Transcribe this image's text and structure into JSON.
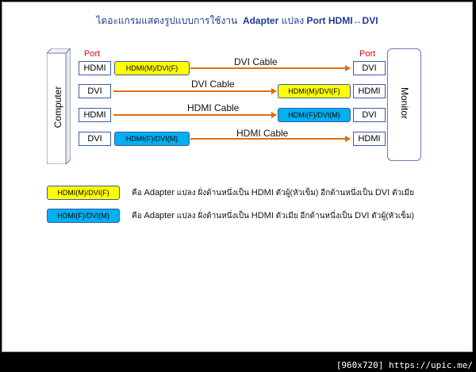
{
  "title": {
    "thai": "ไดอะแกรมแสดงรูปแบบการใช้งาน",
    "main_prefix": "Adapter",
    "middle": "แปลง",
    "port_hdmi": "Port HDMI",
    "arrow": "↔",
    "dvi": "DVI"
  },
  "left_device": {
    "label": "Computer",
    "port_title": "Port"
  },
  "right_device": {
    "label": "Monitor",
    "port_title": "Port"
  },
  "rows": [
    {
      "left_port": "HDMI",
      "adapter_left": "HDMI(M)/DVI(F)",
      "cable": "DVI Cable",
      "adapter_right": "",
      "right_port": "DVI"
    },
    {
      "left_port": "DVI",
      "adapter_left": "",
      "cable": "DVI Cable",
      "adapter_right": "HDMI(M)/DVI(F)",
      "right_port": "HDMI"
    },
    {
      "left_port": "HDMI",
      "adapter_left": "",
      "cable": "HDMI Cable",
      "adapter_right": "HDMI(F)/DVI(M)",
      "right_port": "DVI"
    },
    {
      "left_port": "DVI",
      "adapter_left": "HDMI(F)/DVI(M)",
      "cable": "HDMI Cable",
      "adapter_right": "",
      "right_port": "HDMI"
    }
  ],
  "legend": [
    {
      "badge": "HDMI(M)/DVI(F)",
      "pre": "คือ",
      "adapter": "Adapter",
      "desc1": "แปลง ฝั่งด้านหนึ่งเป็น",
      "hdmi": "HDMI",
      "desc2": "ตัวผู้(หัวเข็ม) อีกด้านหนึ่งเป็น",
      "dvi": "DVI",
      "desc3": "ตัวเมีย"
    },
    {
      "badge": "HDMI(F)/DVI(M)",
      "pre": "คือ",
      "adapter": "Adapter",
      "desc1": "แปลง ฝั่งด้านหนึ่งเป็น",
      "hdmi": "HDMI",
      "desc2": "ตัวเมีย อีกด้านหนึ่งเป็น",
      "dvi": "DVI",
      "desc3": "ตัวผู้(หัวเข็ม)"
    }
  ],
  "colors": {
    "arrow": "#e46c0a",
    "yellow_adapter": "#ffff00",
    "blue_adapter": "#00b0f0",
    "port_label": "#d01010"
  },
  "watermark": "[960x720] https://upic.me/"
}
